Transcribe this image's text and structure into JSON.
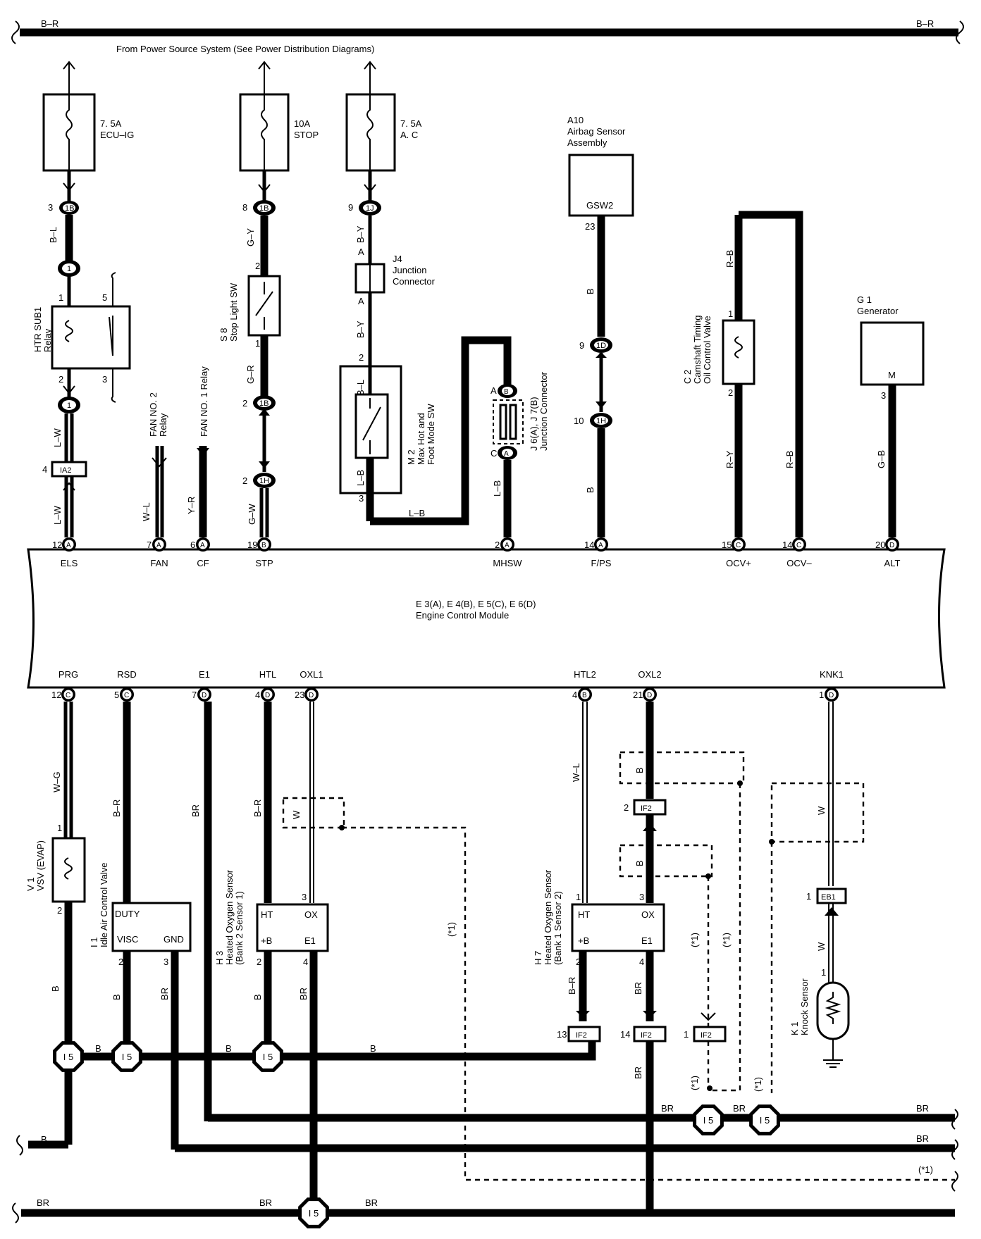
{
  "header": {
    "bus_left": "B–R",
    "bus_right": "B–R",
    "power_source": "From Power Source System (See Power Distribution Diagrams)"
  },
  "fuses": [
    {
      "amp": "7. 5A",
      "name": "ECU–IG"
    },
    {
      "amp": "10A",
      "name": "STOP"
    },
    {
      "amp": "7. 5A",
      "name": "A. C"
    }
  ],
  "components": {
    "htr_relay": {
      "l1": "HTR SUB1",
      "l2": "Relay"
    },
    "fan2": {
      "l1": "FAN NO. 2",
      "l2": "Relay"
    },
    "fan1": "FAN NO. 1 Relay",
    "stop_sw": {
      "l1": "S 8",
      "l2": "Stop Light SW"
    },
    "j4": {
      "l1": "J4",
      "l2": "Junction",
      "l3": "Connector"
    },
    "m2": {
      "l1": "M 2",
      "l2": "Max Hot and",
      "l3": "Foot Mode SW"
    },
    "j6": {
      "l1": "J 6(A), J 7(B)",
      "l2": "Junction Connector"
    },
    "a10": {
      "l1": "A10",
      "l2": "Airbag Sensor",
      "l3": "Assembly",
      "pin": "GSW2"
    },
    "c2": {
      "l1": "C 2",
      "l2": "Camshaft Timing",
      "l3": "Oil Control Valve"
    },
    "g1": {
      "l1": "G 1",
      "l2": "Generator",
      "pin": "M"
    },
    "ecm": {
      "l1": "E 3(A), E 4(B), E 5(C), E 6(D)",
      "l2": "Engine Control Module"
    },
    "v1": {
      "l1": "V 1",
      "l2": "VSV (EVAP)"
    },
    "i1": {
      "l1": "I 1",
      "l2": "Idle Air Control Valve",
      "duty": "DUTY",
      "visc": "VISC",
      "gnd": "GND"
    },
    "h3": {
      "l1": "H 3",
      "l2": "Heated Oxygen Sensor",
      "l3": "(Bank 2 Sensor 1)",
      "ht": "HT",
      "ox": "OX",
      "b": "+B",
      "e1": "E1"
    },
    "h7": {
      "l1": "H 7",
      "l2": "Heated Oxygen Sensor",
      "l3": "(Bank 1 Sensor 2)",
      "ht": "HT",
      "ox": "OX",
      "b": "+B",
      "e1": "E1"
    },
    "k1": {
      "l1": "K 1",
      "l2": "Knock Sensor"
    }
  },
  "ecm_top_pins": [
    "ELS",
    "FAN",
    "CF",
    "STP",
    "MHSW",
    "F/PS",
    "OCV+",
    "OCV–",
    "ALT"
  ],
  "ecm_top_nums": [
    "12",
    "7",
    "6",
    "19",
    "2",
    "14",
    "15",
    "14",
    "20"
  ],
  "ecm_top_conn": [
    "A",
    "A",
    "A",
    "B",
    "A",
    "A",
    "C",
    "C",
    "D"
  ],
  "ecm_bot_pins": [
    "PRG",
    "RSD",
    "E1",
    "HTL",
    "OXL1",
    "HTL2",
    "OXL2",
    "KNK1"
  ],
  "ecm_bot_nums": [
    "12",
    "5",
    "7",
    "4",
    "23",
    "4",
    "21",
    "1"
  ],
  "ecm_bot_conn": [
    "C",
    "C",
    "D",
    "D",
    "D",
    "B",
    "D",
    "D"
  ],
  "connectors": {
    "c1B": "1B",
    "c1J": "1J",
    "c1H": "1H",
    "c1D": "1D",
    "c1": "1",
    "cIA2": "IA2",
    "cIF2": "IF2",
    "cEB1": "EB1",
    "cI5": "I 5",
    "cA": "A",
    "cB": "B",
    "cC": "C"
  },
  "pins": {
    "p1": "1",
    "p2": "2",
    "p3": "3",
    "p4": "4",
    "p5": "5",
    "p8": "8",
    "p9": "9",
    "p10": "10",
    "p13": "13",
    "p14": "14",
    "p23": "23"
  },
  "wires": {
    "BL": "B–L",
    "LW": "L–W",
    "WL": "W–L",
    "YR": "Y–R",
    "GY": "G–Y",
    "GR": "G–R",
    "GW": "G–W",
    "BY": "B–Y",
    "LB": "L–B",
    "B": "B",
    "RB": "R–B",
    "RY": "R–Y",
    "GB": "G–B",
    "WG": "W–G",
    "BR": "BR",
    "BR2": "B–R",
    "W": "W"
  },
  "note": "(*1)"
}
